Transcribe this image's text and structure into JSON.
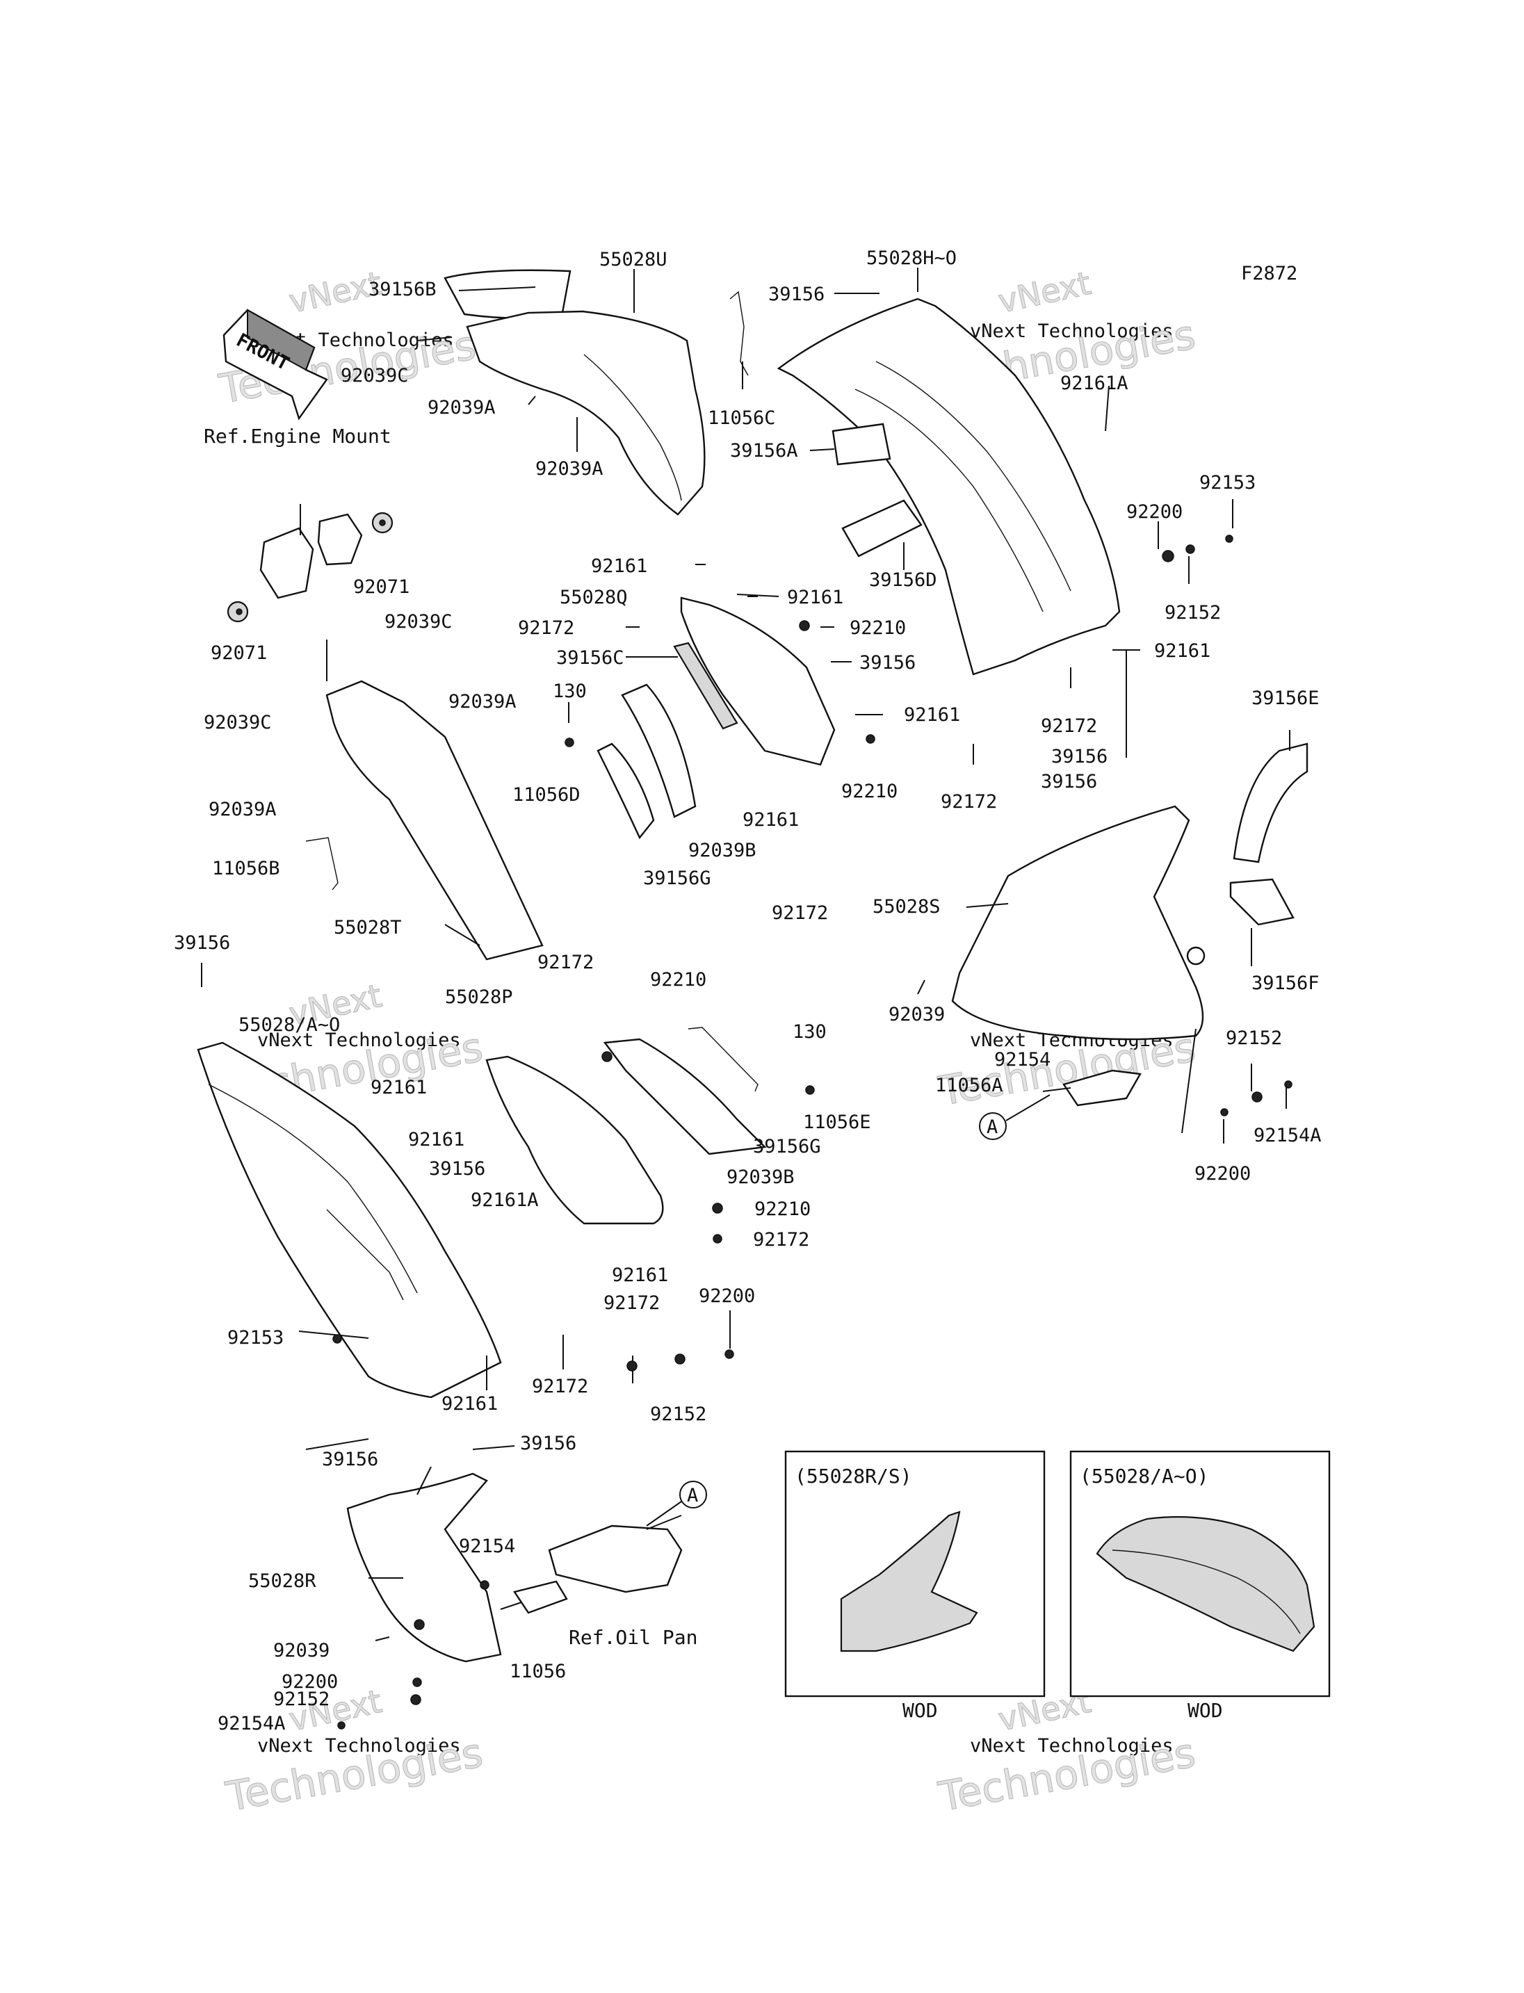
{
  "diagram": {
    "figure_code": "F2872",
    "front_arrow_label": "FRONT",
    "notes": {
      "engine_mount": "Ref.Engine Mount",
      "oil_pan": "Ref.Oil Pan"
    },
    "callouts": [
      {
        "id": "c01",
        "text": "39156B"
      },
      {
        "id": "c02",
        "text": "55028U"
      },
      {
        "id": "c03",
        "text": "92039C"
      },
      {
        "id": "c04",
        "text": "92039A"
      },
      {
        "id": "c05",
        "text": "92039A"
      },
      {
        "id": "c06",
        "text": "11056C"
      },
      {
        "id": "c07",
        "text": "39156"
      },
      {
        "id": "c08",
        "text": "55028H~O"
      },
      {
        "id": "c09",
        "text": "92161A"
      },
      {
        "id": "c10",
        "text": "39156A"
      },
      {
        "id": "c11",
        "text": "39156D"
      },
      {
        "id": "c12",
        "text": "92153"
      },
      {
        "id": "c13",
        "text": "92200"
      },
      {
        "id": "c14",
        "text": "92152"
      },
      {
        "id": "c15",
        "text": "92161"
      },
      {
        "id": "c16",
        "text": "92161"
      },
      {
        "id": "c17",
        "text": "55028Q"
      },
      {
        "id": "c18",
        "text": "92172"
      },
      {
        "id": "c19",
        "text": "92210"
      },
      {
        "id": "c20",
        "text": "39156C"
      },
      {
        "id": "c21",
        "text": "39156"
      },
      {
        "id": "c22",
        "text": "130"
      },
      {
        "id": "c23",
        "text": "92161"
      },
      {
        "id": "c24",
        "text": "92161"
      },
      {
        "id": "c25",
        "text": "92172"
      },
      {
        "id": "c26",
        "text": "11056D"
      },
      {
        "id": "c27",
        "text": "92210"
      },
      {
        "id": "c28",
        "text": "92161"
      },
      {
        "id": "c29",
        "text": "92039B"
      },
      {
        "id": "c30",
        "text": "39156G"
      },
      {
        "id": "c31",
        "text": "92172"
      },
      {
        "id": "c32",
        "text": "92172"
      },
      {
        "id": "c33",
        "text": "39156"
      },
      {
        "id": "c34",
        "text": "39156"
      },
      {
        "id": "c35",
        "text": "39156E"
      },
      {
        "id": "c36",
        "text": "92071"
      },
      {
        "id": "c37",
        "text": "92071"
      },
      {
        "id": "c38",
        "text": "92039C"
      },
      {
        "id": "c39",
        "text": "92039C"
      },
      {
        "id": "c40",
        "text": "92039A"
      },
      {
        "id": "c41",
        "text": "92039A"
      },
      {
        "id": "c42",
        "text": "11056B"
      },
      {
        "id": "c43",
        "text": "55028T"
      },
      {
        "id": "c44",
        "text": "55028S"
      },
      {
        "id": "c45",
        "text": "39156F"
      },
      {
        "id": "c46",
        "text": "92039"
      },
      {
        "id": "c47",
        "text": "92154"
      },
      {
        "id": "c48",
        "text": "11056A"
      },
      {
        "id": "c49",
        "text": "92152"
      },
      {
        "id": "c50",
        "text": "92154A"
      },
      {
        "id": "c51",
        "text": "92200"
      },
      {
        "id": "c52",
        "text": "39156"
      },
      {
        "id": "c53",
        "text": "92172"
      },
      {
        "id": "c54",
        "text": "92210"
      },
      {
        "id": "c55",
        "text": "55028P"
      },
      {
        "id": "c56",
        "text": "130"
      },
      {
        "id": "c57",
        "text": "55028/A~O"
      },
      {
        "id": "c58",
        "text": "92161"
      },
      {
        "id": "c59",
        "text": "11056E"
      },
      {
        "id": "c60",
        "text": "92161"
      },
      {
        "id": "c61",
        "text": "39156G"
      },
      {
        "id": "c62",
        "text": "39156"
      },
      {
        "id": "c63",
        "text": "92039B"
      },
      {
        "id": "c64",
        "text": "92161A"
      },
      {
        "id": "c65",
        "text": "92210"
      },
      {
        "id": "c66",
        "text": "92172"
      },
      {
        "id": "c67",
        "text": "92161"
      },
      {
        "id": "c68",
        "text": "92172"
      },
      {
        "id": "c69",
        "text": "92200"
      },
      {
        "id": "c70",
        "text": "92153"
      },
      {
        "id": "c71",
        "text": "92172"
      },
      {
        "id": "c72",
        "text": "92161"
      },
      {
        "id": "c73",
        "text": "92152"
      },
      {
        "id": "c74",
        "text": "39156"
      },
      {
        "id": "c75",
        "text": "39156"
      },
      {
        "id": "c76",
        "text": "55028R"
      },
      {
        "id": "c77",
        "text": "92154"
      },
      {
        "id": "c78",
        "text": "92039"
      },
      {
        "id": "c79",
        "text": "92200"
      },
      {
        "id": "c80",
        "text": "11056"
      },
      {
        "id": "c81",
        "text": "92152"
      },
      {
        "id": "c82",
        "text": "92154A"
      }
    ],
    "reference_markers": [
      {
        "id": "mA1",
        "text": "A"
      },
      {
        "id": "mA2",
        "text": "A"
      }
    ],
    "inset_boxes": [
      {
        "id": "inset-left",
        "title": "(55028R/S)",
        "caption": "WOD"
      },
      {
        "id": "inset-right",
        "title": "(55028/A~O)",
        "caption": "WOD"
      }
    ],
    "watermark_lines": [
      "vNext",
      "vNext Technologies",
      "Technologies"
    ]
  }
}
